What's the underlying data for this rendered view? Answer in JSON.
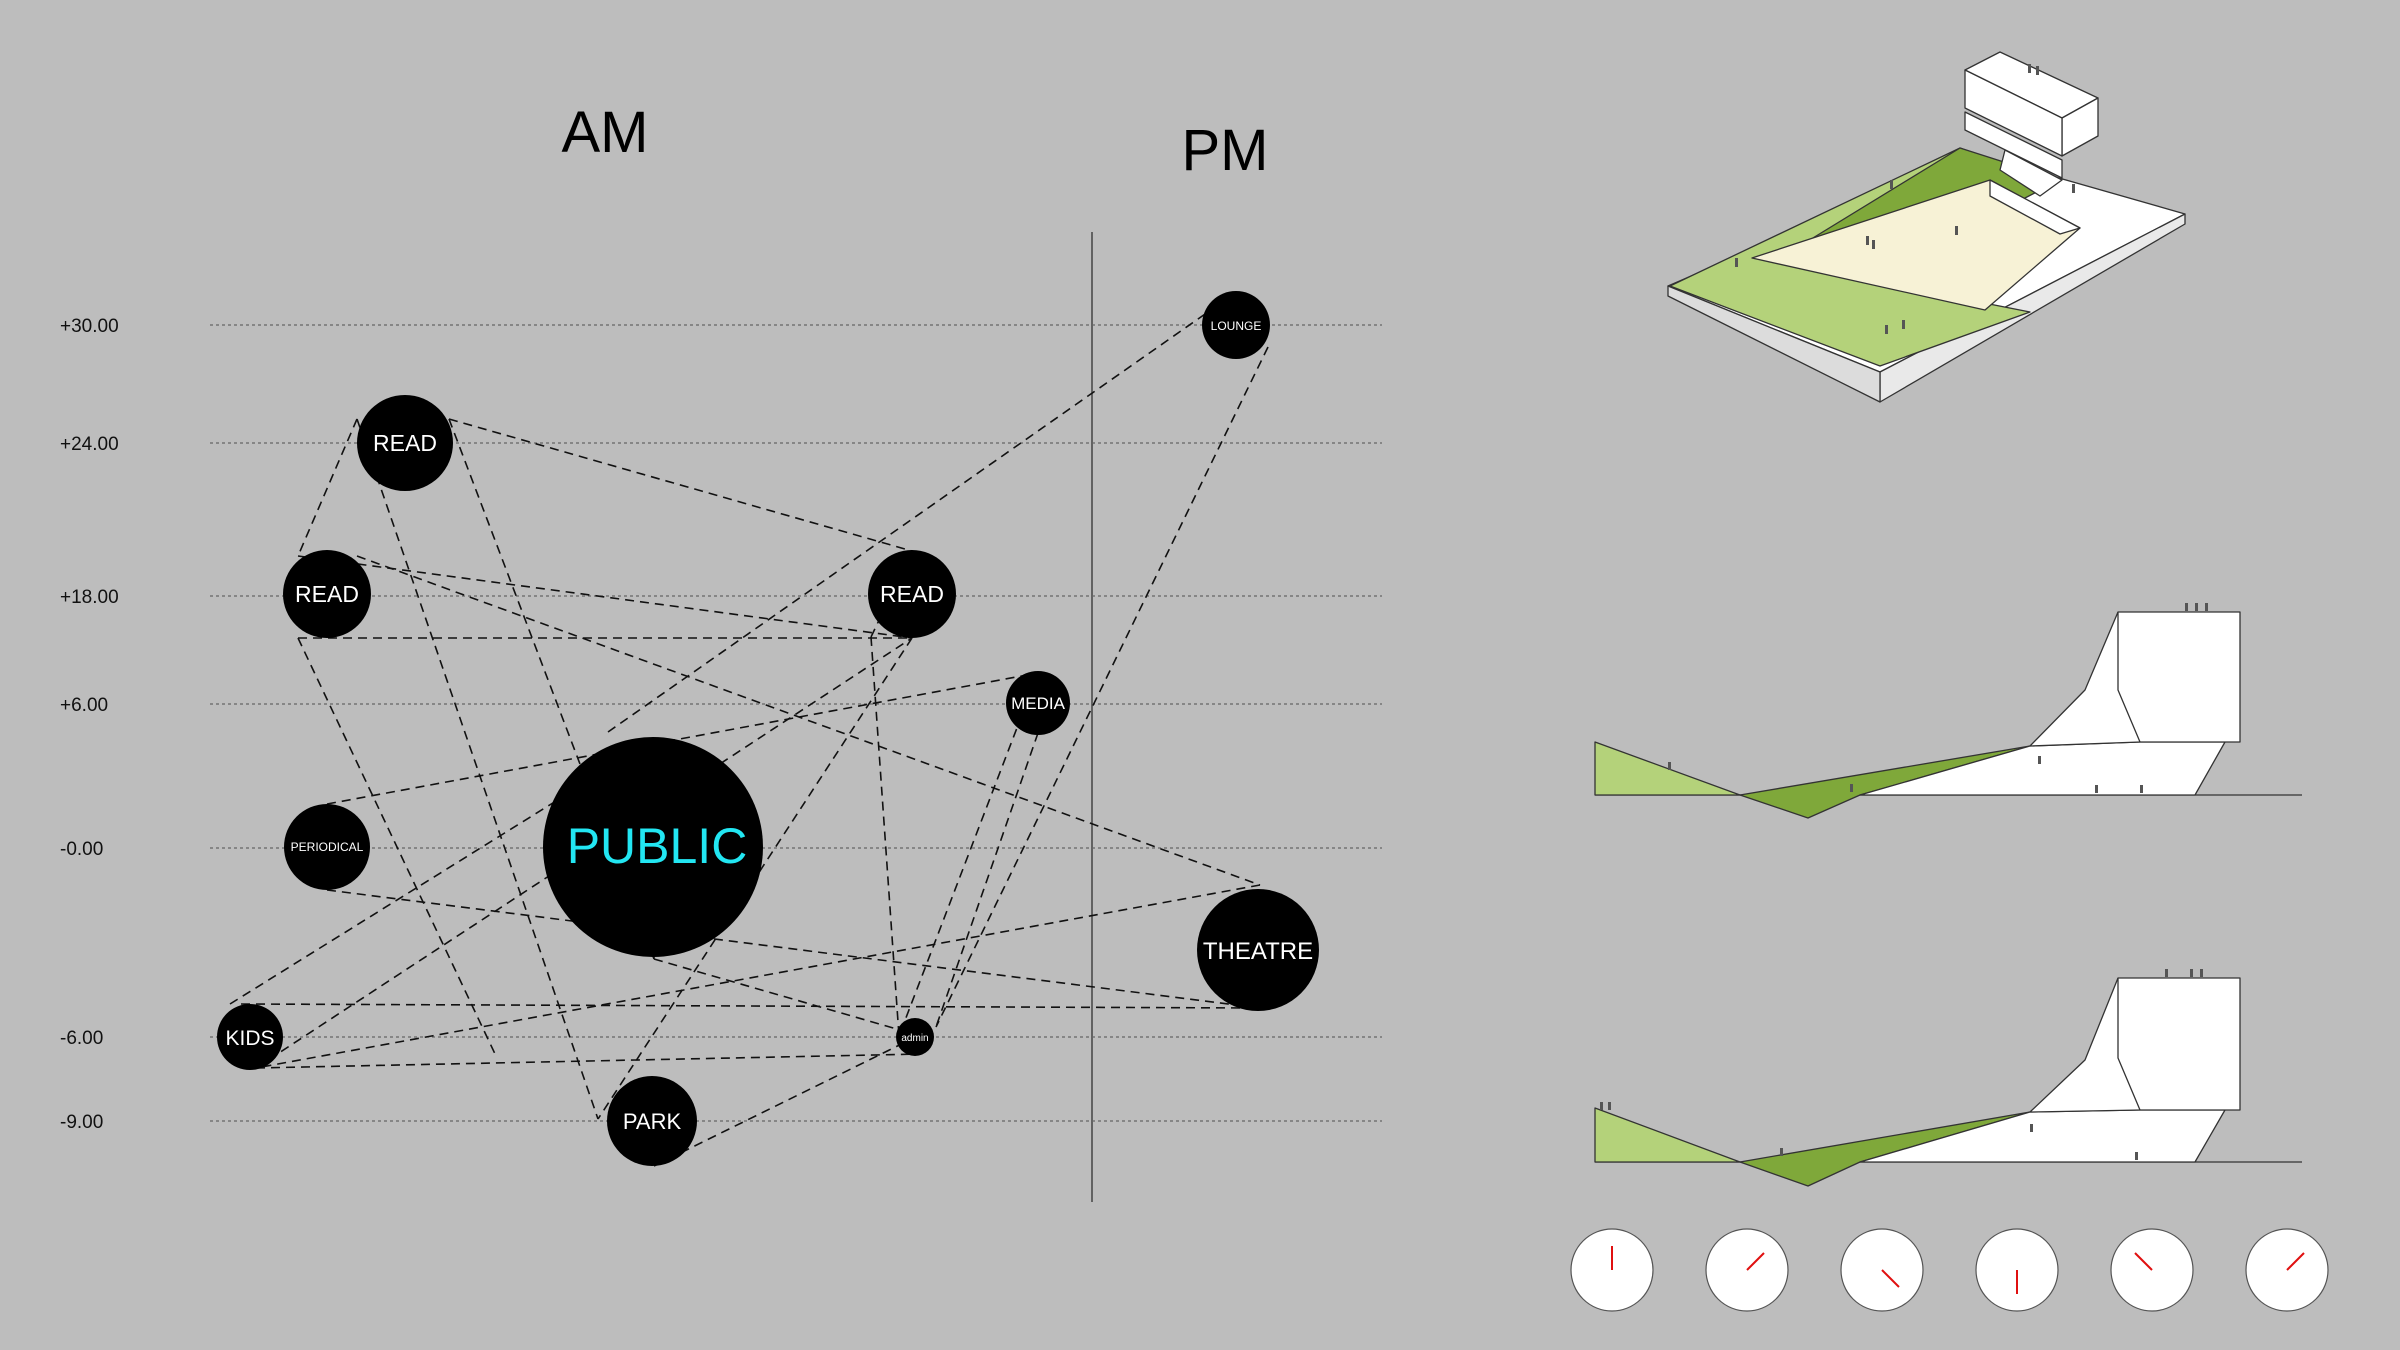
{
  "headers": {
    "am": "AM",
    "pm": "PM"
  },
  "levels": [
    "+30.00",
    "+24.00",
    "+18.00",
    "+6.00",
    "-0.00",
    "-6.00",
    "-9.00"
  ],
  "nodes": [
    {
      "id": "lounge",
      "label": "LOUNGE"
    },
    {
      "id": "read_top",
      "label": "READ"
    },
    {
      "id": "read_left",
      "label": "READ"
    },
    {
      "id": "read_right",
      "label": "READ"
    },
    {
      "id": "media",
      "label": "MEDIA"
    },
    {
      "id": "periodical",
      "label": "PERIODICAL"
    },
    {
      "id": "public",
      "label": "PUBLIC"
    },
    {
      "id": "theatre",
      "label": "THEATRE"
    },
    {
      "id": "kids",
      "label": "KIDS"
    },
    {
      "id": "admin",
      "label": "admin"
    },
    {
      "id": "park",
      "label": "PARK"
    }
  ],
  "colors": {
    "background": "#bdbdbd",
    "node_fill": "#000000",
    "node_text": "#ffffff",
    "public_text": "#22e6f2",
    "grass_light": "#b4d27a",
    "grass_dark": "#7fa83a",
    "clock_hand": "#e01010"
  },
  "clocks": [
    {
      "hand_angle_deg": 0
    },
    {
      "hand_angle_deg": 45
    },
    {
      "hand_angle_deg": 135
    },
    {
      "hand_angle_deg": 180
    },
    {
      "hand_angle_deg": 315
    },
    {
      "hand_angle_deg": 45
    }
  ]
}
